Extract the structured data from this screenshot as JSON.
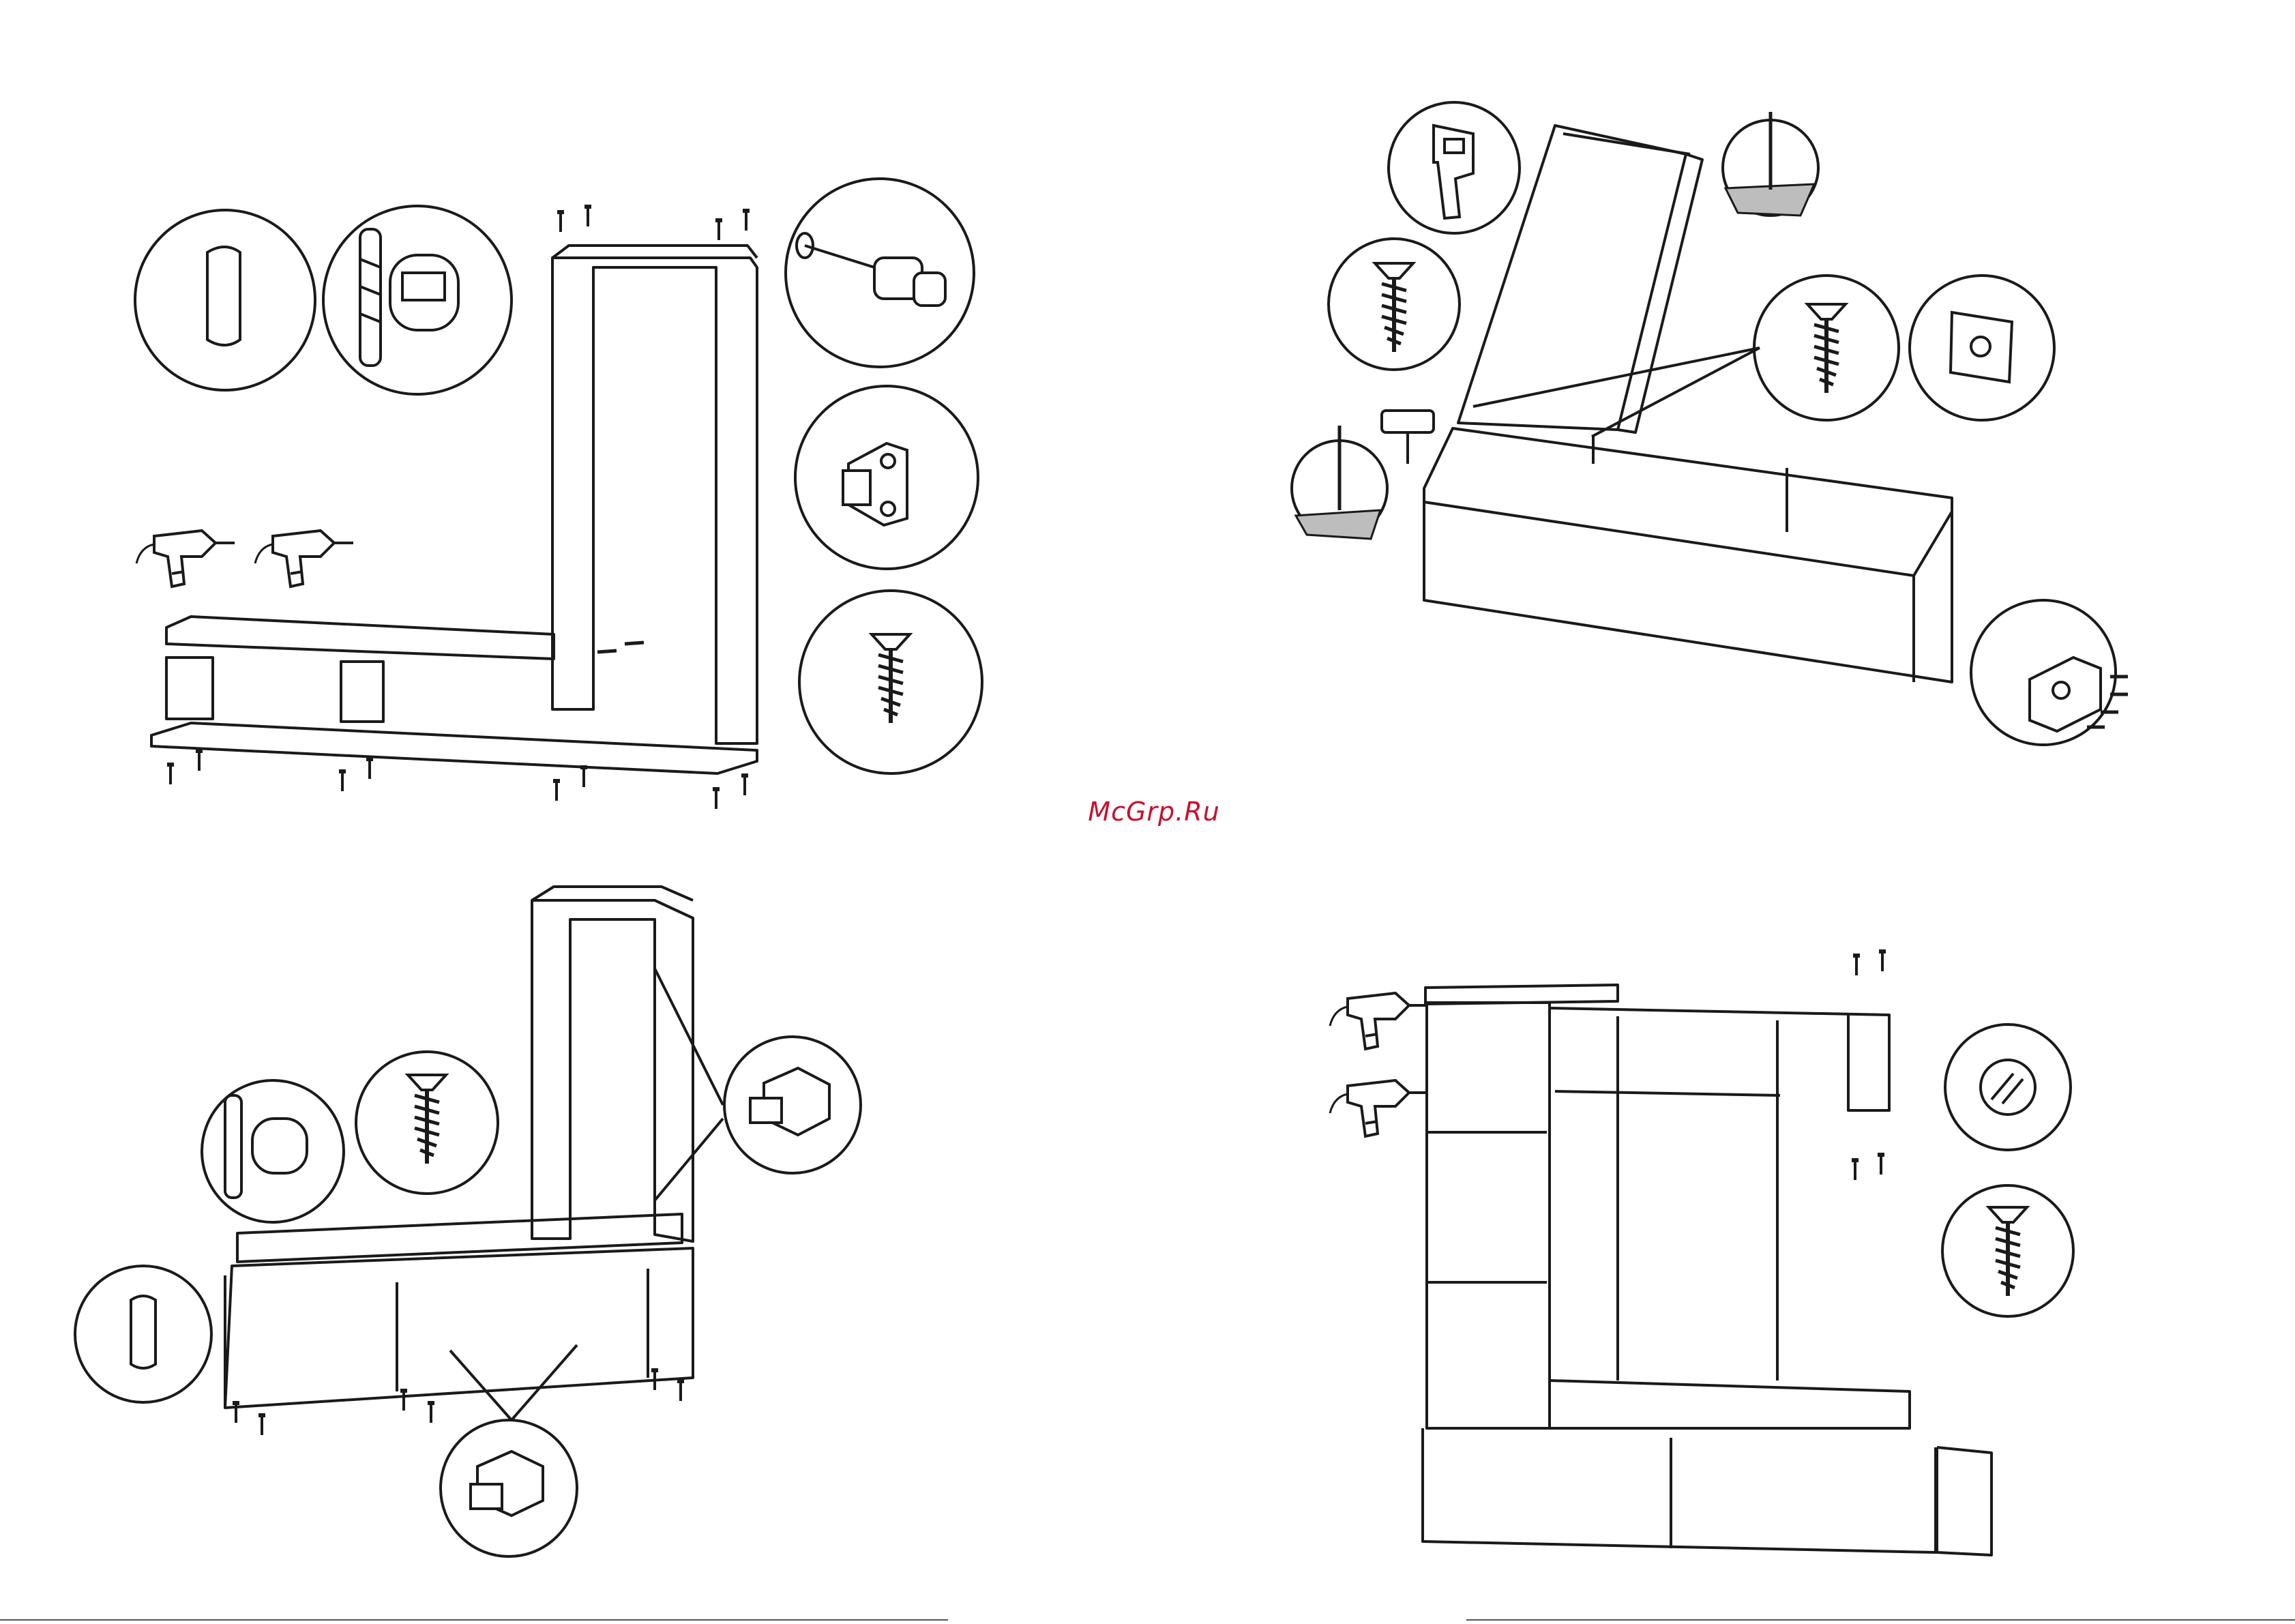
{
  "watermark": {
    "text": "McGrp.Ru",
    "color": "#c8102e"
  },
  "colors": {
    "line": "#1a1a1a",
    "shade": "#bdbdbd",
    "paper": "#ffffff"
  },
  "panels": [
    {
      "name": "step-shelf-to-side-panel",
      "icons": [
        "dowel-icon",
        "cam-lock-icon",
        "cam-pin-icon",
        "hinge-plate-icon",
        "confirmat-screw-icon",
        "electric-drill-icon",
        "screw-icon"
      ]
    },
    {
      "name": "step-back-panel-and-base",
      "icons": [
        "bracket-icon",
        "wood-screw-icon",
        "nail-icon",
        "hammer-icon",
        "cross-plate-icon",
        "leveling-foot-icon"
      ]
    },
    {
      "name": "step-base-assembly",
      "icons": [
        "cam-lock-icon",
        "confirmat-screw-icon",
        "dowel-icon",
        "hinge-icon"
      ]
    },
    {
      "name": "step-final-unit",
      "icons": [
        "electric-drill-icon",
        "glass-icon",
        "confirmat-screw-icon",
        "screw-icon"
      ]
    }
  ]
}
